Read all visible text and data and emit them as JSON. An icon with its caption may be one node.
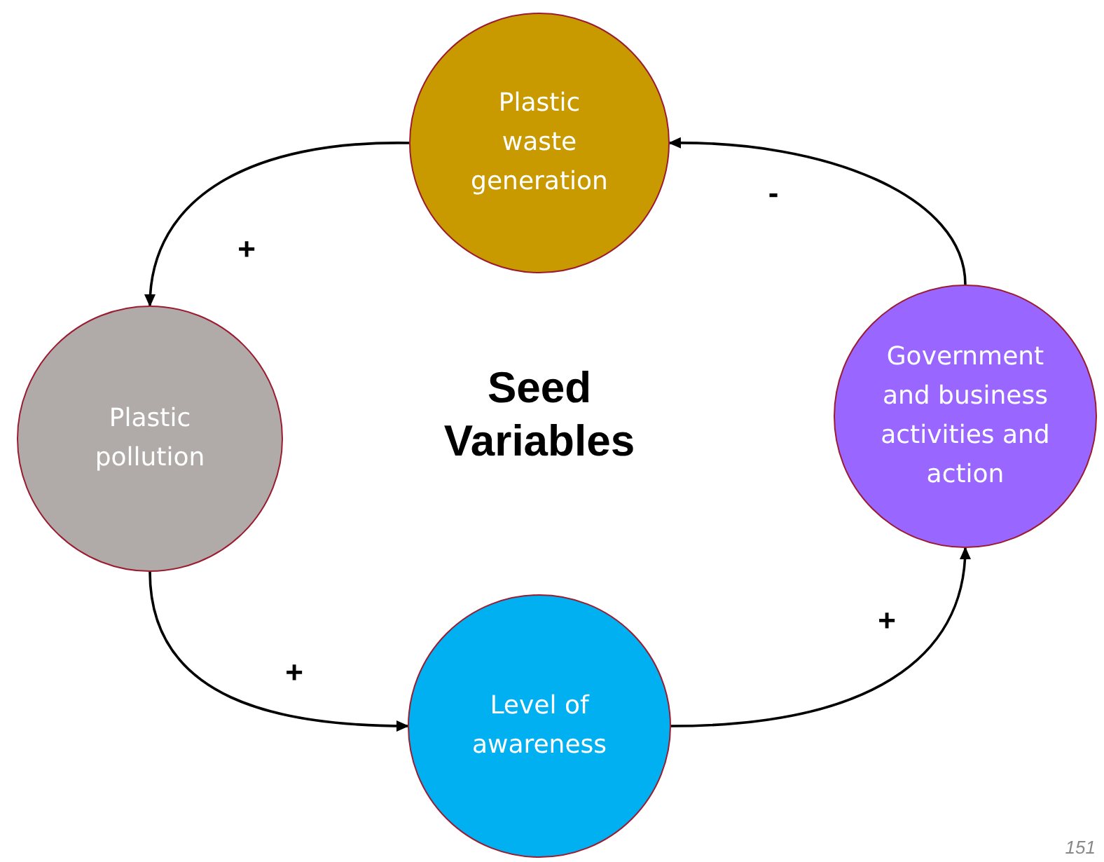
{
  "diagram": {
    "title": "Seed Variables",
    "nodes": [
      {
        "text": [
          "Plastic waste generation"
        ]
      },
      {
        "text": [
          "Plastic pollution"
        ]
      },
      {
        "text": [
          "Level of awareness"
        ]
      },
      {
        "text": [
          "Government and business activities and action"
        ]
      }
    ],
    "edges": [
      {
        "from": 0,
        "to": 1,
        "arrow": "to",
        "label": "+"
      },
      {
        "from": 1,
        "to": 2,
        "arrow": "to",
        "label": "+"
      },
      {
        "from": 2,
        "to": 3,
        "arrow": "to",
        "label": "+"
      },
      {
        "from": 3,
        "to": 0,
        "arrow": "to",
        "label": "-"
      }
    ],
    "labels": [
      "151"
    ]
  }
}
